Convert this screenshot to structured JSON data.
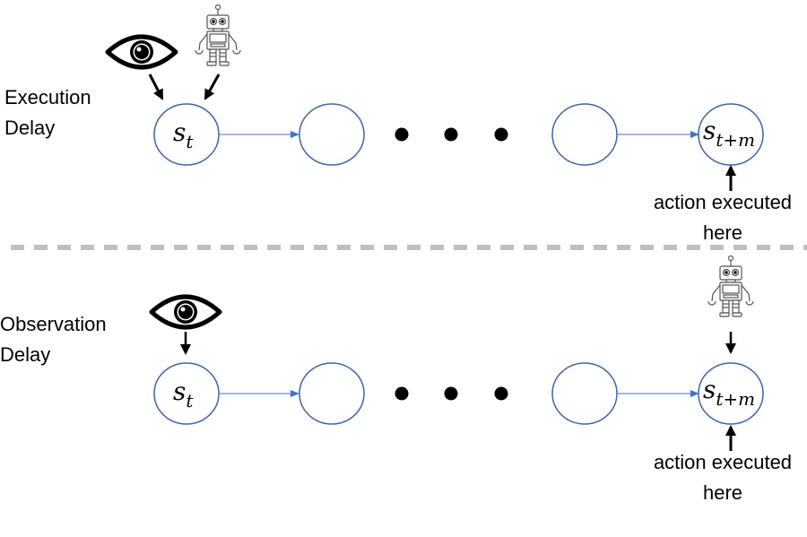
{
  "panels": [
    {
      "id": "execution",
      "title_lines": [
        "Execution",
        "Delay"
      ],
      "start_state": {
        "base": "s",
        "sub": "t"
      },
      "end_state": {
        "base": "s",
        "sub": "t+m"
      },
      "annotation_lines": [
        "action executed",
        "here"
      ],
      "eye_points_to": "start",
      "robot_points_to": "start"
    },
    {
      "id": "observation",
      "title_lines": [
        "Observation",
        "Delay"
      ],
      "start_state": {
        "base": "s",
        "sub": "t"
      },
      "end_state": {
        "base": "s",
        "sub": "t+m"
      },
      "annotation_lines": [
        "action executed",
        "here"
      ],
      "eye_points_to": "start",
      "robot_points_to": "end"
    }
  ],
  "colors": {
    "node_stroke": "#3F65A8",
    "edge": "#4472C4",
    "divider": "#BFBFBF",
    "ellipsis_dot": "#000000"
  },
  "icons": {
    "eye": "eye-icon",
    "robot": "robot-icon"
  }
}
